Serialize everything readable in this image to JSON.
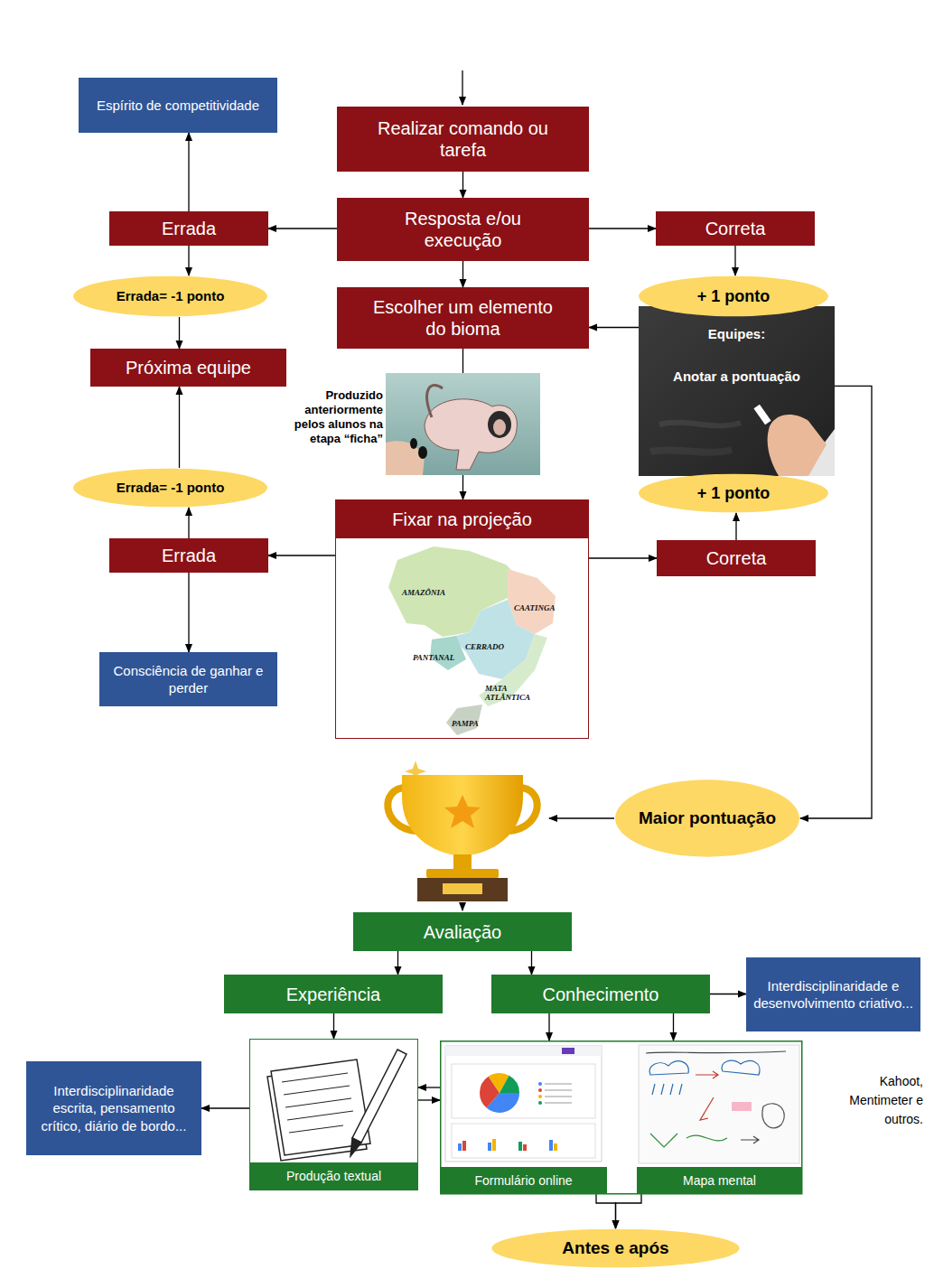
{
  "diagram": {
    "nodes": [
      {
        "text": [
          "Espírito de competitividade"
        ]
      },
      {
        "text": [
          "Realizar comando ou tarefa"
        ]
      },
      {
        "text": [
          "Errada"
        ]
      },
      {
        "text": [
          "Resposta e/ou execução"
        ]
      },
      {
        "text": [
          "Correta"
        ]
      },
      {
        "text": [
          "Errada= -1 ponto"
        ]
      },
      {
        "text": [
          "+ 1 ponto"
        ]
      },
      {
        "text": [
          "Escolher um elemento do bioma"
        ]
      },
      {
        "text": [
          "Próxima equipe"
        ]
      },
      {
        "text": [
          "Equipes:",
          "Anotar a pontuação"
        ]
      },
      {
        "text": [
          "Errada= -1 ponto"
        ]
      },
      {
        "text": [
          "+ 1 ponto"
        ]
      },
      {
        "text": [
          "Fixar na projeção"
        ]
      },
      {
        "text": [
          "Errada"
        ]
      },
      {
        "text": [
          "Correta"
        ]
      },
      {
        "text": [
          "Consciência de ganhar e perder"
        ]
      },
      {
        "text": [
          "Maior pontuação"
        ]
      },
      {
        "text": [
          "Avaliação"
        ]
      },
      {
        "text": [
          "Experiência"
        ]
      },
      {
        "text": [
          "Conhecimento"
        ]
      },
      {
        "text": [
          "Interdisciplinaridade e desenvolvimento criativo..."
        ]
      },
      {
        "text": [
          "Interdisciplinaridade escrita, pensamento crítico, diário de bordo..."
        ]
      },
      {
        "text": [
          "Produção textual"
        ]
      },
      {
        "text": [
          "Formulário online"
        ]
      },
      {
        "text": [
          "Mapa mental"
        ]
      },
      {
        "text": [
          "Antes e após"
        ]
      }
    ],
    "edges": [
      {
        "from": 1,
        "to": 3,
        "arrow": "to"
      },
      {
        "from": 3,
        "to": 2,
        "arrow": "to"
      },
      {
        "from": 3,
        "to": 4,
        "arrow": "to"
      },
      {
        "from": 3,
        "to": 7,
        "arrow": "to"
      },
      {
        "from": 2,
        "to": 0,
        "arrow": "to"
      },
      {
        "from": 2,
        "to": 5,
        "arrow": "to"
      },
      {
        "from": 5,
        "to": 8,
        "arrow": "to"
      },
      {
        "from": 4,
        "to": 6,
        "arrow": "to"
      },
      {
        "from": 9,
        "to": 7,
        "arrow": "to"
      },
      {
        "from": 7,
        "to": 12,
        "arrow": "to"
      },
      {
        "from": 12,
        "to": 13,
        "arrow": "to"
      },
      {
        "from": 12,
        "to": 14,
        "arrow": "to"
      },
      {
        "from": 13,
        "to": 10,
        "arrow": "to"
      },
      {
        "from": 13,
        "to": 15,
        "arrow": "to"
      },
      {
        "from": 10,
        "to": 8,
        "arrow": "to"
      },
      {
        "from": 14,
        "to": 11,
        "arrow": "to"
      },
      {
        "from": 9,
        "to": 16,
        "arrow": "to"
      },
      {
        "from": 17,
        "to": 18,
        "arrow": "to"
      },
      {
        "from": 17,
        "to": 19,
        "arrow": "to"
      },
      {
        "from": 19,
        "to": 20,
        "arrow": "to"
      },
      {
        "from": 18,
        "to": 22,
        "arrow": "to"
      },
      {
        "from": 22,
        "to": 21,
        "arrow": "to"
      },
      {
        "from": 19,
        "to": 23,
        "arrow": "to"
      },
      {
        "from": 19,
        "to": 24,
        "arrow": "to"
      },
      {
        "from": 23,
        "to": 22,
        "arrow": "to"
      },
      {
        "from": 22,
        "to": 23,
        "arrow": "to"
      },
      {
        "from": 23,
        "to": 25,
        "arrow": "to"
      },
      {
        "from": 24,
        "to": 25,
        "arrow": "to"
      }
    ],
    "labels": [
      "Produzido anteriormente pelos alunos na etapa “ficha”",
      "AMAZÔNIA",
      "CAATINGA",
      "CERRADO",
      "PANTANAL",
      "MATA ATLÂNTICA",
      "PAMPA",
      "Kahoot, Mentimeter e outros."
    ]
  }
}
